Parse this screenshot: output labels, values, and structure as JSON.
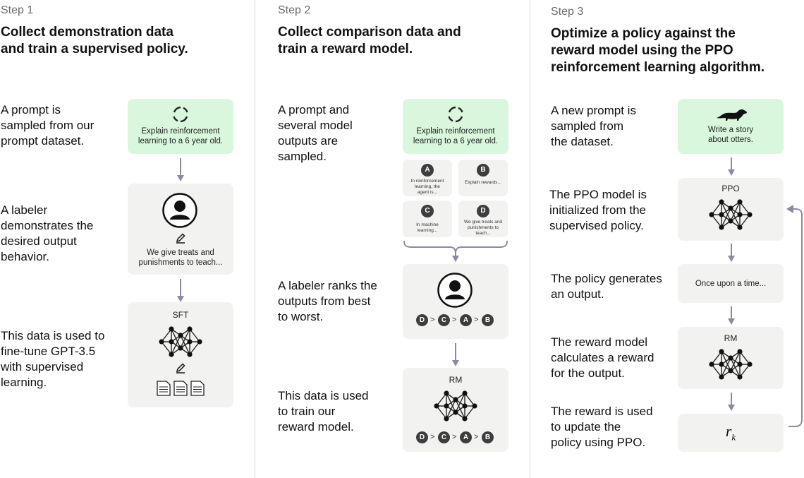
{
  "steps": [
    {
      "label": "Step 1",
      "title_line1": "Collect demonstration data",
      "title_line2": "and train a supervised policy.",
      "rows": [
        {
          "lines": [
            "A prompt is",
            "sampled from our",
            "prompt dataset."
          ]
        },
        {
          "lines": [
            "A labeler",
            "demonstrates the",
            "desired output",
            "behavior."
          ]
        },
        {
          "lines": [
            "This data is used to",
            "fine-tune GPT-3.5",
            "with supervised",
            "learning."
          ]
        }
      ],
      "prompt_lines": [
        "Explain reinforcement",
        "learning to a 6 year old."
      ],
      "demo_lines": [
        "We give treats and",
        "punishments to teach..."
      ],
      "model_label": "SFT"
    },
    {
      "label": "Step 2",
      "title_line1": "Collect comparison data and",
      "title_line2": "train a reward model.",
      "rows": [
        {
          "lines": [
            "A prompt and",
            "several model",
            "outputs are",
            "sampled."
          ]
        },
        {
          "lines": [
            "A labeler ranks the",
            "outputs from best",
            "to worst."
          ]
        },
        {
          "lines": [
            "This data is used",
            "to train our",
            "reward model."
          ]
        }
      ],
      "prompt_lines": [
        "Explain reinforcement",
        "learning to a 6 year old."
      ],
      "outputs": [
        {
          "badge": "A",
          "lines": [
            "In reinforcement",
            "learning, the",
            "agent is..."
          ]
        },
        {
          "badge": "B",
          "lines": [
            "Explain rewards..."
          ]
        },
        {
          "badge": "C",
          "lines": [
            "In machine",
            "learning..."
          ]
        },
        {
          "badge": "D",
          "lines": [
            "We give treats and",
            "punishments to",
            "teach..."
          ]
        }
      ],
      "ranking": [
        "D",
        "C",
        "A",
        "B"
      ],
      "ranking_separator": ">",
      "model_label": "RM"
    },
    {
      "label": "Step 3",
      "title_line1": "Optimize a policy against the",
      "title_line2": "reward model using the PPO",
      "title_line3": "reinforcement learning algorithm.",
      "rows": [
        {
          "lines": [
            "A new prompt is",
            "sampled from",
            "the dataset."
          ]
        },
        {
          "lines": [
            "The PPO model is",
            "initialized from the",
            "supervised policy."
          ]
        },
        {
          "lines": [
            "The policy generates",
            "an output."
          ]
        },
        {
          "lines": [
            "The reward model",
            "calculates a reward",
            "for the output."
          ]
        },
        {
          "lines": [
            "The reward is used",
            "to update the",
            "policy using PPO."
          ]
        }
      ],
      "prompt_lines": [
        "Write a story",
        "about otters."
      ],
      "ppo_label": "PPO",
      "output_text": "Once upon a time...",
      "rm_label": "RM",
      "reward_symbol": "r",
      "reward_subscript": "k"
    }
  ],
  "colors": {
    "prompt_card": "#d9f7dc",
    "card": "#f2f2f0",
    "badge": "#3d3d3d",
    "arrow": "#8a8aa0"
  },
  "icons": [
    "refresh-icon",
    "person-icon",
    "pencil-icon",
    "neural-network-icon",
    "document-icon",
    "otter-icon"
  ]
}
